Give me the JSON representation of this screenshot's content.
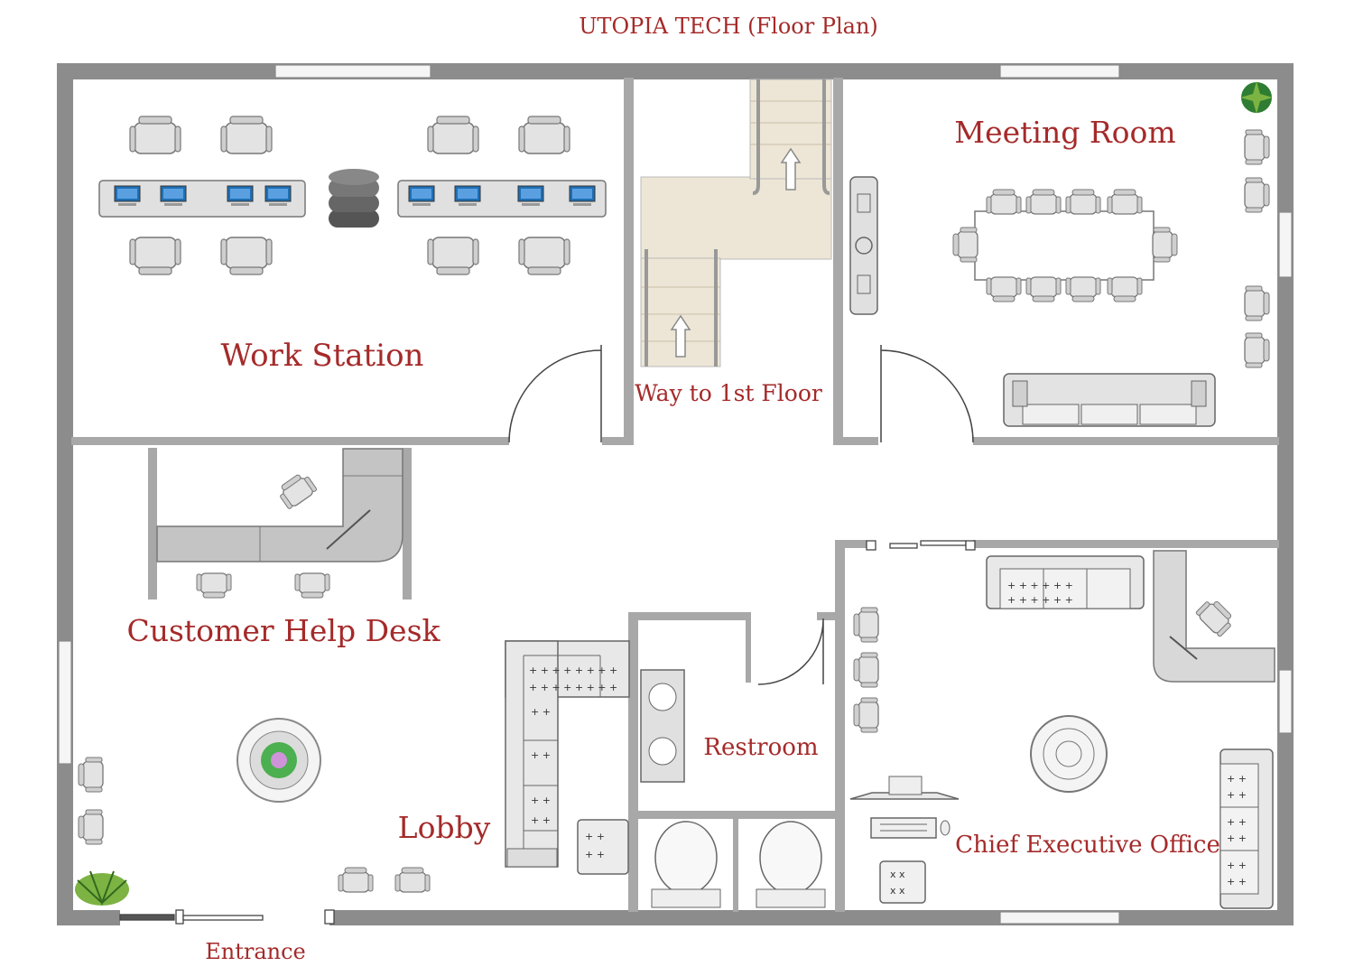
{
  "title": "UTOPIA TECH (Floor Plan)",
  "rooms": {
    "work_station": "Work Station",
    "stairs": "Way to 1st Floor",
    "meeting_room": "Meeting Room",
    "help_desk": "Customer Help Desk",
    "lobby": "Lobby",
    "restroom": "Restroom",
    "ceo_office": "Chief Executive Office",
    "entrance": "Entrance"
  },
  "colors": {
    "label": "#a52a2a",
    "wall": "#8c8c8c",
    "furniture": "#d9d9d9",
    "stairs": "#ede6d6",
    "monitor": "#1f6fb5"
  },
  "icons": [
    "office-chair-icon",
    "computer-monitor-icon",
    "server-icon",
    "staircase-icon",
    "arrow-up-icon",
    "tv-cabinet-icon",
    "conference-table-icon",
    "sofa-icon",
    "door-swing-icon",
    "corner-desk-icon",
    "sink-icon",
    "toilet-icon",
    "plant-icon",
    "round-rug-icon",
    "piano-icon",
    "keyboard-icon",
    "ottoman-icon"
  ]
}
